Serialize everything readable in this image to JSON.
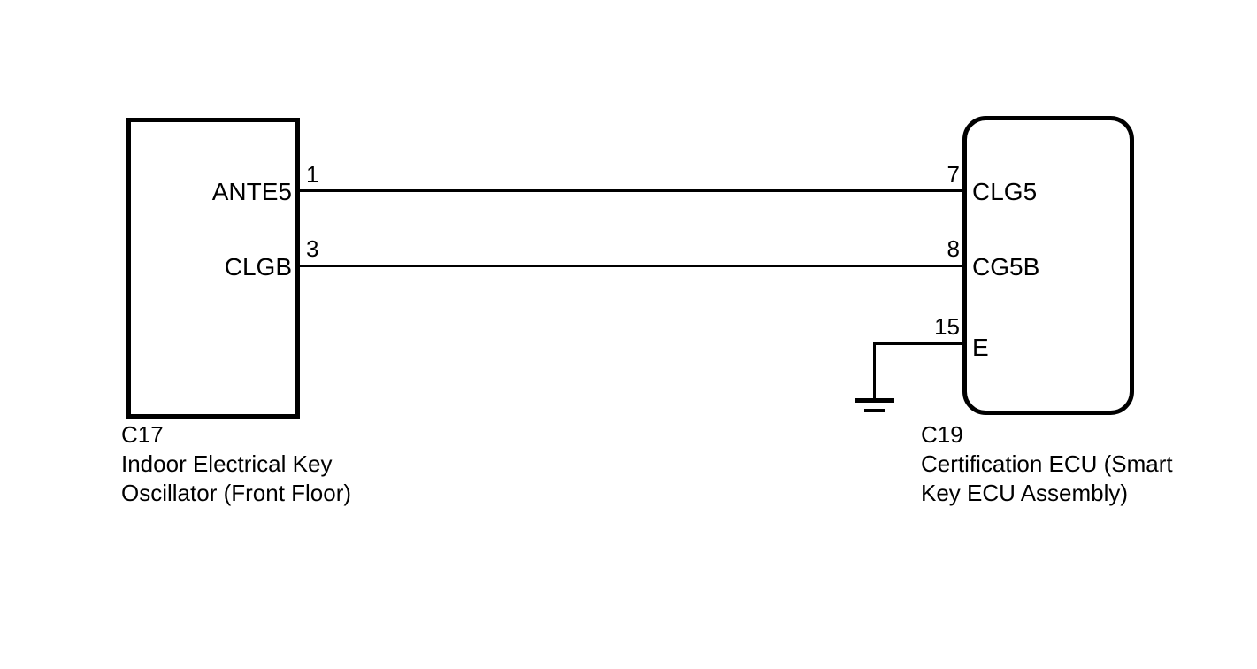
{
  "diagram": {
    "type": "wiring-diagram",
    "background_color": "#ffffff",
    "line_color": "#000000",
    "components": [
      {
        "id": "left-connector",
        "code": "C17",
        "name_lines": [
          "Indoor Electrical Key",
          "Oscillator (Front Floor)"
        ],
        "shape": "rectangle",
        "terminals": [
          {
            "pin": "1",
            "signal": "ANTE5"
          },
          {
            "pin": "3",
            "signal": "CLGB"
          }
        ]
      },
      {
        "id": "right-connector",
        "code": "C19",
        "name_lines": [
          "Certification ECU (Smart",
          "Key ECU Assembly)"
        ],
        "shape": "rounded-rectangle",
        "terminals": [
          {
            "pin": "7",
            "signal": "CLG5"
          },
          {
            "pin": "8",
            "signal": "CG5B"
          },
          {
            "pin": "15",
            "signal": "E"
          }
        ]
      }
    ],
    "connections": [
      {
        "from_pin": "1",
        "from_signal": "ANTE5",
        "to_pin": "7",
        "to_signal": "CLG5"
      },
      {
        "from_pin": "3",
        "from_signal": "CLGB",
        "to_pin": "8",
        "to_signal": "CG5B"
      },
      {
        "from_pin": "15",
        "from_signal": "E",
        "to_signal": "ground"
      }
    ],
    "ground_symbol": {
      "present": true,
      "bars": 2
    }
  },
  "labels": {
    "left_signal_1": "ANTE5",
    "left_signal_2": "CLGB",
    "left_pin_1": "1",
    "left_pin_2": "3",
    "right_signal_1": "CLG5",
    "right_signal_2": "CG5B",
    "right_signal_3": "E",
    "right_pin_1": "7",
    "right_pin_2": "8",
    "right_pin_3": "15",
    "left_code": "C17",
    "left_name_line1": "Indoor Electrical Key",
    "left_name_line2": "Oscillator (Front Floor)",
    "right_code": "C19",
    "right_name_line1": "Certification ECU (Smart",
    "right_name_line2": "Key ECU Assembly)"
  }
}
